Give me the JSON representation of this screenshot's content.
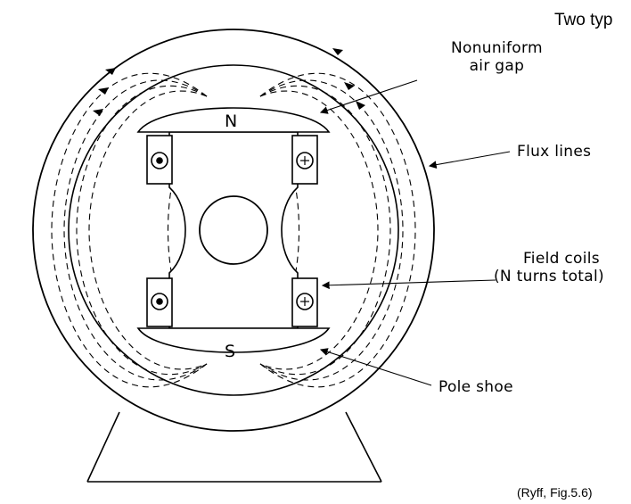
{
  "heading": "Two typ",
  "labels": {
    "air_gap_line1": "Nonuniform",
    "air_gap_line2": "air gap",
    "flux_lines": "Flux lines",
    "field_coils_line1": "Field coils",
    "field_coils_line2": "(N turns total)",
    "pole_shoe": "Pole shoe"
  },
  "poles": {
    "north": "N",
    "south": "S"
  },
  "credit": "(Ryff, Fig.5.6)"
}
